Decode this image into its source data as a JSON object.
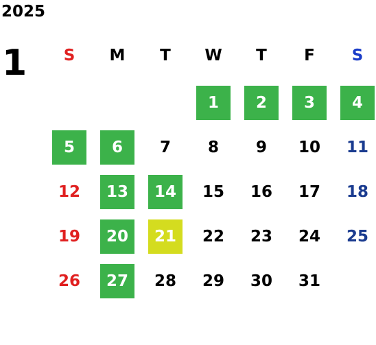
{
  "calendar": {
    "year": "2025",
    "month": "1",
    "weekdays": [
      "S",
      "M",
      "T",
      "W",
      "T",
      "F",
      "S"
    ],
    "weekday_colors": [
      "#e02020",
      "#000000",
      "#000000",
      "#000000",
      "#000000",
      "#000000",
      "#1a3cc8"
    ],
    "first_weekday_index": 3,
    "days": [
      {
        "label": "1",
        "highlight": "green"
      },
      {
        "label": "2",
        "highlight": "green"
      },
      {
        "label": "3",
        "highlight": "green"
      },
      {
        "label": "4",
        "highlight": "green"
      },
      {
        "label": "5",
        "highlight": "green"
      },
      {
        "label": "6",
        "highlight": "green"
      },
      {
        "label": "7",
        "highlight": ""
      },
      {
        "label": "8",
        "highlight": ""
      },
      {
        "label": "9",
        "highlight": ""
      },
      {
        "label": "10",
        "highlight": ""
      },
      {
        "label": "11",
        "highlight": ""
      },
      {
        "label": "12",
        "highlight": ""
      },
      {
        "label": "13",
        "highlight": "green"
      },
      {
        "label": "14",
        "highlight": "green"
      },
      {
        "label": "15",
        "highlight": ""
      },
      {
        "label": "16",
        "highlight": ""
      },
      {
        "label": "17",
        "highlight": ""
      },
      {
        "label": "18",
        "highlight": ""
      },
      {
        "label": "19",
        "highlight": ""
      },
      {
        "label": "20",
        "highlight": "green"
      },
      {
        "label": "21",
        "highlight": "yellow"
      },
      {
        "label": "22",
        "highlight": ""
      },
      {
        "label": "23",
        "highlight": ""
      },
      {
        "label": "24",
        "highlight": ""
      },
      {
        "label": "25",
        "highlight": ""
      },
      {
        "label": "26",
        "highlight": ""
      },
      {
        "label": "27",
        "highlight": "green"
      },
      {
        "label": "28",
        "highlight": ""
      },
      {
        "label": "29",
        "highlight": ""
      },
      {
        "label": "30",
        "highlight": ""
      },
      {
        "label": "31",
        "highlight": ""
      }
    ],
    "colors": {
      "green": "#3cb24a",
      "yellow": "#d4dc1f",
      "sunday_text": "#e02020",
      "saturday_text": "#1a3b8f"
    }
  }
}
